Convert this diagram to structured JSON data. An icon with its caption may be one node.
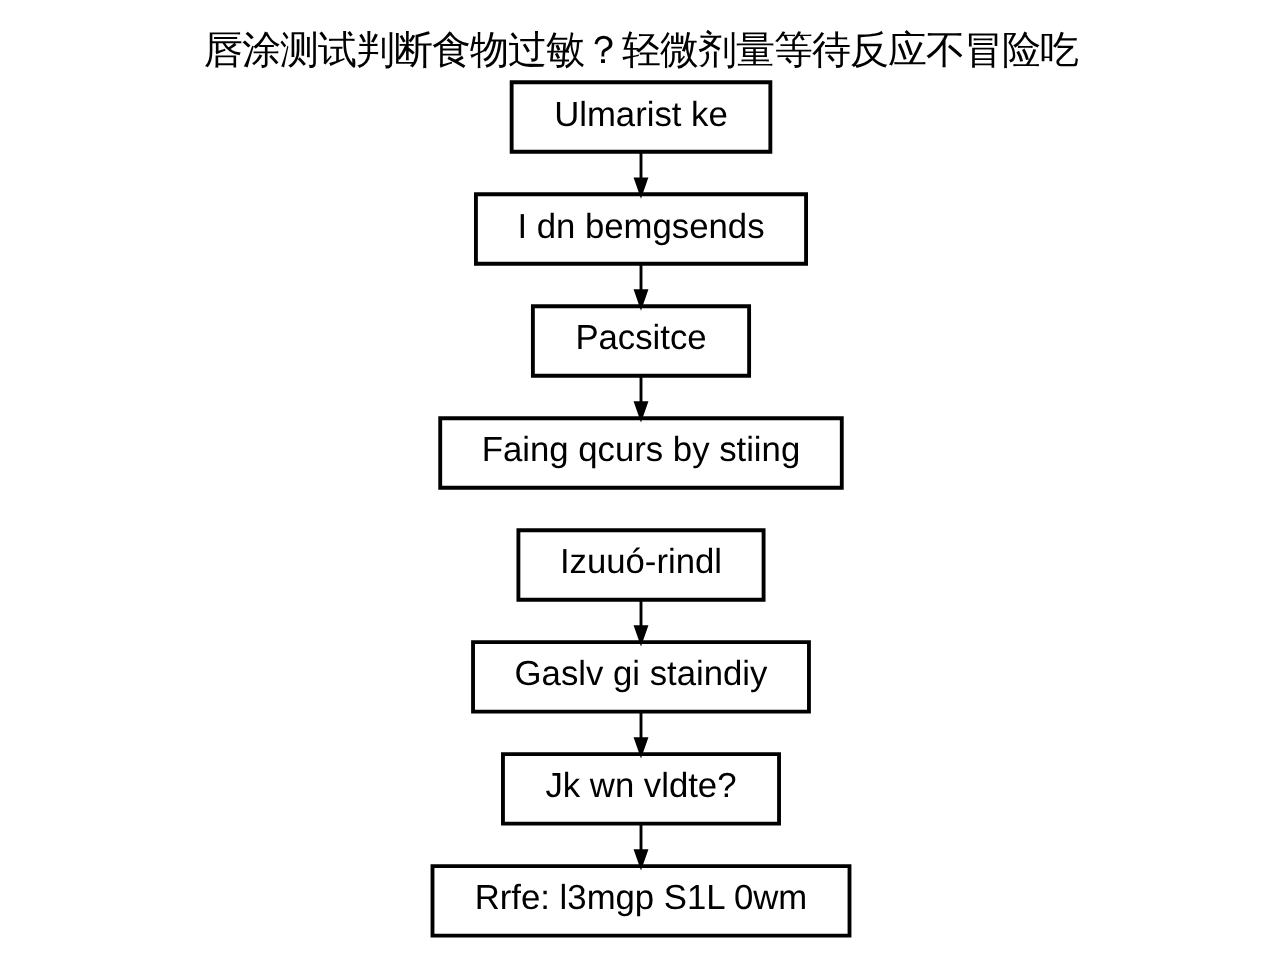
{
  "diagram": {
    "title": "唇涂测试判断食物过敏？轻微剂量等待反应不冒险吃",
    "nodes": [
      {
        "text": [
          "Ulmarist ke"
        ]
      },
      {
        "text": [
          "I dn bemgsends"
        ]
      },
      {
        "text": [
          "Pacsitce"
        ]
      },
      {
        "text": [
          "Faing qcurs by stiing"
        ]
      },
      {
        "text": [
          "Izuuó-rindl"
        ]
      },
      {
        "text": [
          "Gaslv gi staindiy"
        ]
      },
      {
        "text": [
          "Jk wn vldte?"
        ]
      },
      {
        "text": [
          "Rrfe: l3mgp S1L 0wm"
        ]
      }
    ],
    "edges": [
      {
        "from": 0,
        "to": 1,
        "arrow": "to"
      },
      {
        "from": 1,
        "to": 2,
        "arrow": "to"
      },
      {
        "from": 2,
        "to": 3,
        "arrow": "to"
      },
      {
        "from": 4,
        "to": 5,
        "arrow": "to"
      },
      {
        "from": 5,
        "to": 6,
        "arrow": "to"
      },
      {
        "from": 6,
        "to": 7,
        "arrow": "to"
      }
    ]
  }
}
